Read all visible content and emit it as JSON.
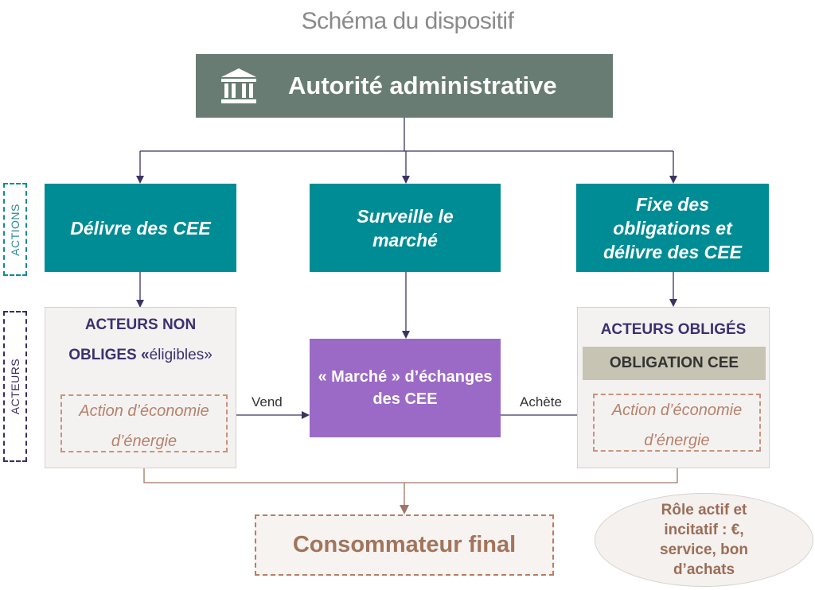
{
  "title": "Schéma du dispositif",
  "authority": {
    "label": "Autorité administrative",
    "icon": "bank-building-icon"
  },
  "actions": {
    "tag": "ACTIONS",
    "delivre": "Délivre des CEE",
    "surveille": "Surveille le marché",
    "fixe": "Fixe des obligations et délivre des CEE"
  },
  "acteurs": {
    "tag": "ACTEURS",
    "non_obliges_line1": "ACTEURS NON",
    "non_obliges_line2_bold": "OBLIGES «",
    "non_obliges_line2_thin": "éligibles»",
    "obliges_title": "ACTEURS OBLIGÉS",
    "obligation_band": "OBLIGATION CEE",
    "action_economie_left": "Action d’économie d’énergie",
    "action_economie_right": "Action d’économie d’énergie"
  },
  "marche": "« Marché » d’échanges des CEE",
  "edges": {
    "vend": "Vend",
    "achete": "Achète"
  },
  "consommateur": "Consommateur final",
  "role": "Rôle actif et incitatif : €, service, bon d’achats",
  "colors": {
    "authority": "#687c73",
    "action_box": "#008c94",
    "marche": "#9b6ac6",
    "actor_title": "#3e2f70",
    "arrow_navy": "#3b3361",
    "arrow_brown": "#a07764"
  }
}
